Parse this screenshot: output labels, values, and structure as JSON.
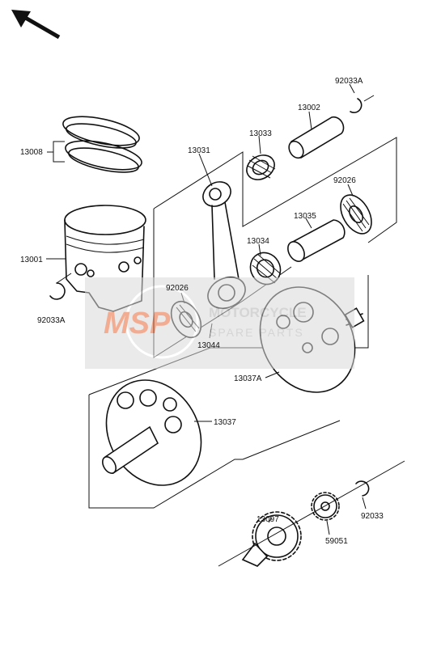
{
  "labels": {
    "p13008": "13008",
    "p13001": "13001",
    "p92033A_left": "92033A",
    "p13031": "13031",
    "p13033": "13033",
    "p13002": "13002",
    "p92033A_top": "92033A",
    "p92026_right": "92026",
    "p13035": "13035",
    "p13034": "13034",
    "p92026_left": "92026",
    "p13044": "13044",
    "p13037A": "13037A",
    "p13037": "13037",
    "p13097": "13097",
    "p59051": "59051",
    "p92033": "92033"
  },
  "watermark": {
    "brand": "MSP",
    "line1": "MOTORCYCLE",
    "line2": "SPARE PARTS",
    "color": "#e86a3a"
  },
  "icons": {
    "front_arrow": "arrow-up-left-icon"
  }
}
